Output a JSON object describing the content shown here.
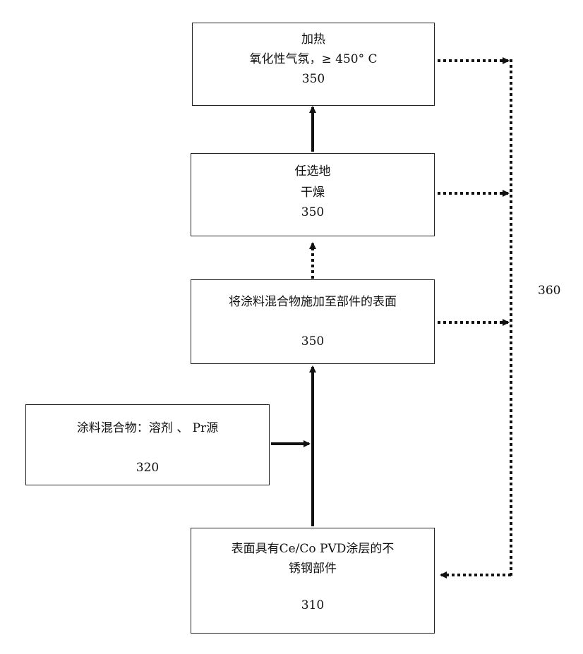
{
  "box_heat": {
    "line1": "加热",
    "line2": "氧化性气氛，≥ 450° C",
    "ref": "350"
  },
  "box_dry": {
    "line1": "任选地",
    "line2": "干燥",
    "ref": "350"
  },
  "box_apply": {
    "line1": "将涂料混合物施加至部件的表面",
    "ref": "350"
  },
  "box_mixture": {
    "line1": "涂料混合物：溶剂 、 Pr源",
    "ref": "320"
  },
  "box_part": {
    "line1": "表面具有Ce/Co PVD涂层的不",
    "line2": "锈钢部件",
    "ref": "310"
  },
  "loop_label": "360"
}
